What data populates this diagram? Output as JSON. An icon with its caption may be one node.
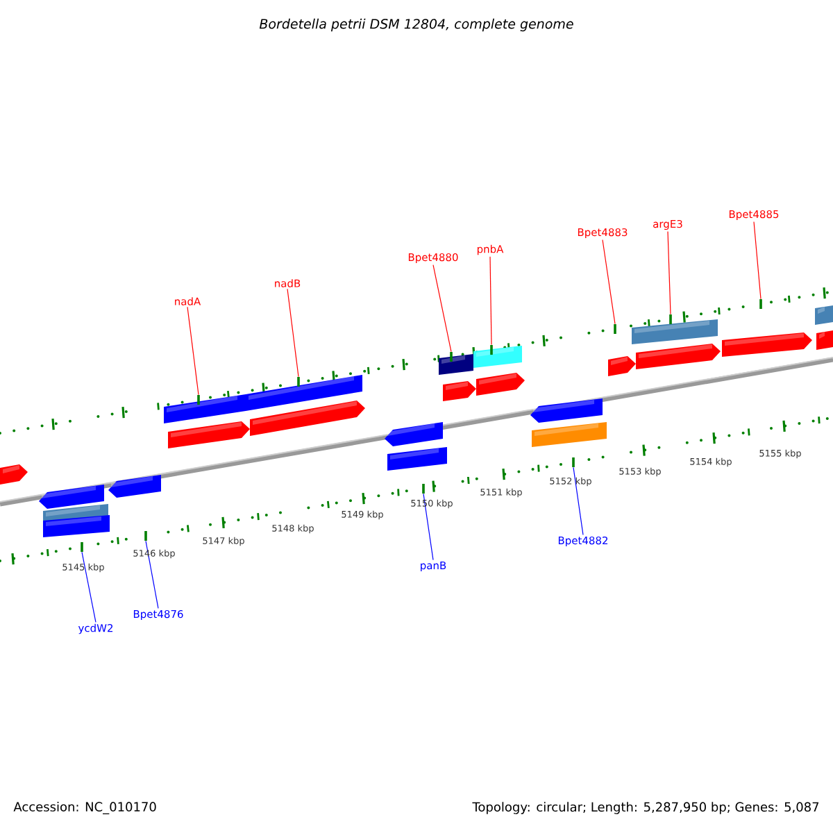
{
  "diagram": {
    "title": "Bordetella petrii DSM 12804, complete genome",
    "nodes": [
      {
        "text": [
          "nadA"
        ]
      },
      {
        "text": [
          "nadB"
        ]
      },
      {
        "text": [
          "Bpet4880"
        ]
      },
      {
        "text": [
          "pnbA"
        ]
      },
      {
        "text": [
          "Bpet4883"
        ]
      },
      {
        "text": [
          "argE3"
        ]
      },
      {
        "text": [
          "Bpet4885"
        ]
      },
      {
        "text": [
          "ycdW2"
        ]
      },
      {
        "text": [
          "Bpet4876"
        ]
      },
      {
        "text": [
          "panB"
        ]
      },
      {
        "text": [
          "Bpet4882"
        ]
      },
      {
        "text": [],
        "shape": "bar"
      },
      {
        "text": [],
        "shape": "bar"
      },
      {
        "text": [],
        "shape": "bar"
      },
      {
        "text": [],
        "shape": "bar"
      },
      {
        "text": [],
        "shape": "bar"
      },
      {
        "text": [],
        "shape": "bar"
      },
      {
        "text": [],
        "shape": "bar"
      },
      {
        "text": [],
        "shape": "bar"
      },
      {
        "text": [],
        "shape": "bar"
      },
      {
        "text": [],
        "shape": "bar"
      },
      {
        "text": [],
        "shape": "bar"
      }
    ],
    "edges": [
      {
        "from": 0,
        "to": 13,
        "arrow": "none"
      },
      {
        "from": 1,
        "to": 14,
        "arrow": "none"
      },
      {
        "from": 2,
        "to": 16,
        "arrow": "none"
      },
      {
        "from": 3,
        "to": 17,
        "arrow": "none"
      },
      {
        "from": 4,
        "to": 19,
        "arrow": "none"
      },
      {
        "from": 5,
        "to": 20,
        "arrow": "none"
      },
      {
        "from": 6,
        "to": 21,
        "arrow": "none"
      },
      {
        "from": 7,
        "to": 11,
        "arrow": "none",
        "color": "#0000ff"
      },
      {
        "from": 8,
        "to": 12,
        "arrow": "none",
        "color": "#0000ff"
      },
      {
        "from": 9,
        "to": 15,
        "arrow": "none",
        "color": "#0000ff"
      },
      {
        "from": 10,
        "to": 18,
        "arrow": "none",
        "color": "#0000ff"
      }
    ],
    "labels": [
      "5145 kbp",
      "5146 kbp",
      "5147 kbp",
      "5148 kbp",
      "5149 kbp",
      "5150 kbp",
      "5151 kbp",
      "5152 kbp",
      "5153 kbp",
      "5154 kbp",
      "5155 kbp",
      "Accession: NC_010170",
      "Topology: circular; Length: 5,287,950 bp; Genes: 5,087"
    ]
  }
}
